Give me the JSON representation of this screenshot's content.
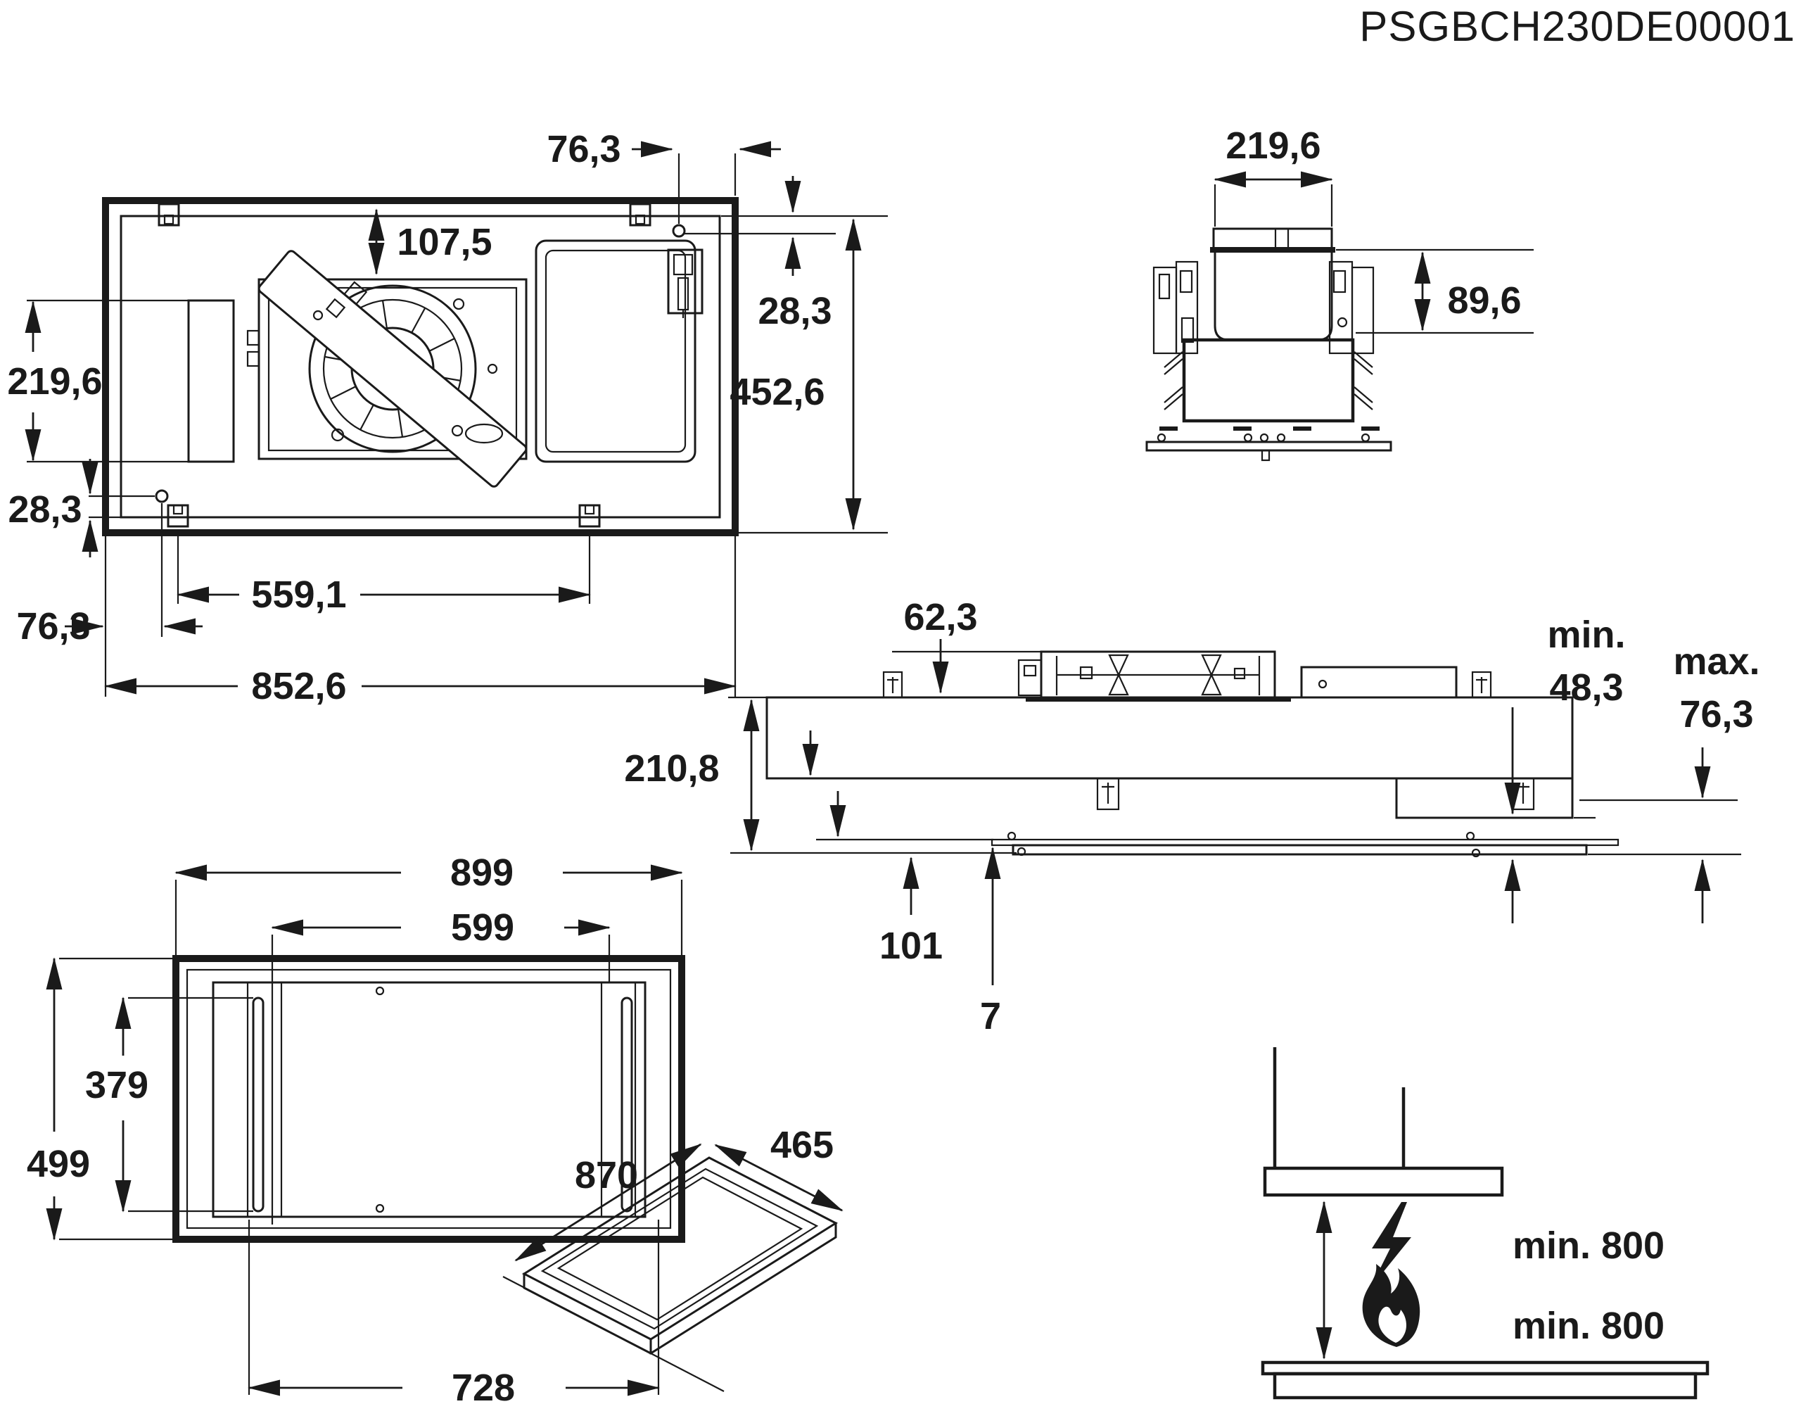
{
  "title": "PSGBCH230DE00001",
  "plan": {
    "top_offset": "76,3",
    "inset_depth": "107,5",
    "hole_top": "28,3",
    "filter_height": "219,6",
    "hole_bottom": "28,3",
    "edge_offset": "76,3",
    "bracket_span": "559,1",
    "overall_width": "852,6",
    "overall_height": "452,6"
  },
  "front": {
    "duct_width": "219,6",
    "collar_height": "89,6"
  },
  "side": {
    "fan_protrusion": "62,3",
    "recess_min_label": "min.",
    "recess_min": "48,3",
    "recess_max_label": "max.",
    "recess_max": "76,3",
    "total_height": "210,8",
    "housing_height": "101",
    "panel_thickness": "7"
  },
  "bottom": {
    "overall_width": "899",
    "cutout_width": "599",
    "light_strip_length": "379",
    "overall_depth": "499",
    "inner_width": "728"
  },
  "perspective": {
    "width": "870",
    "depth": "465"
  },
  "clearance": {
    "electric_min": "min. 800",
    "gas_min": "min. 800"
  }
}
